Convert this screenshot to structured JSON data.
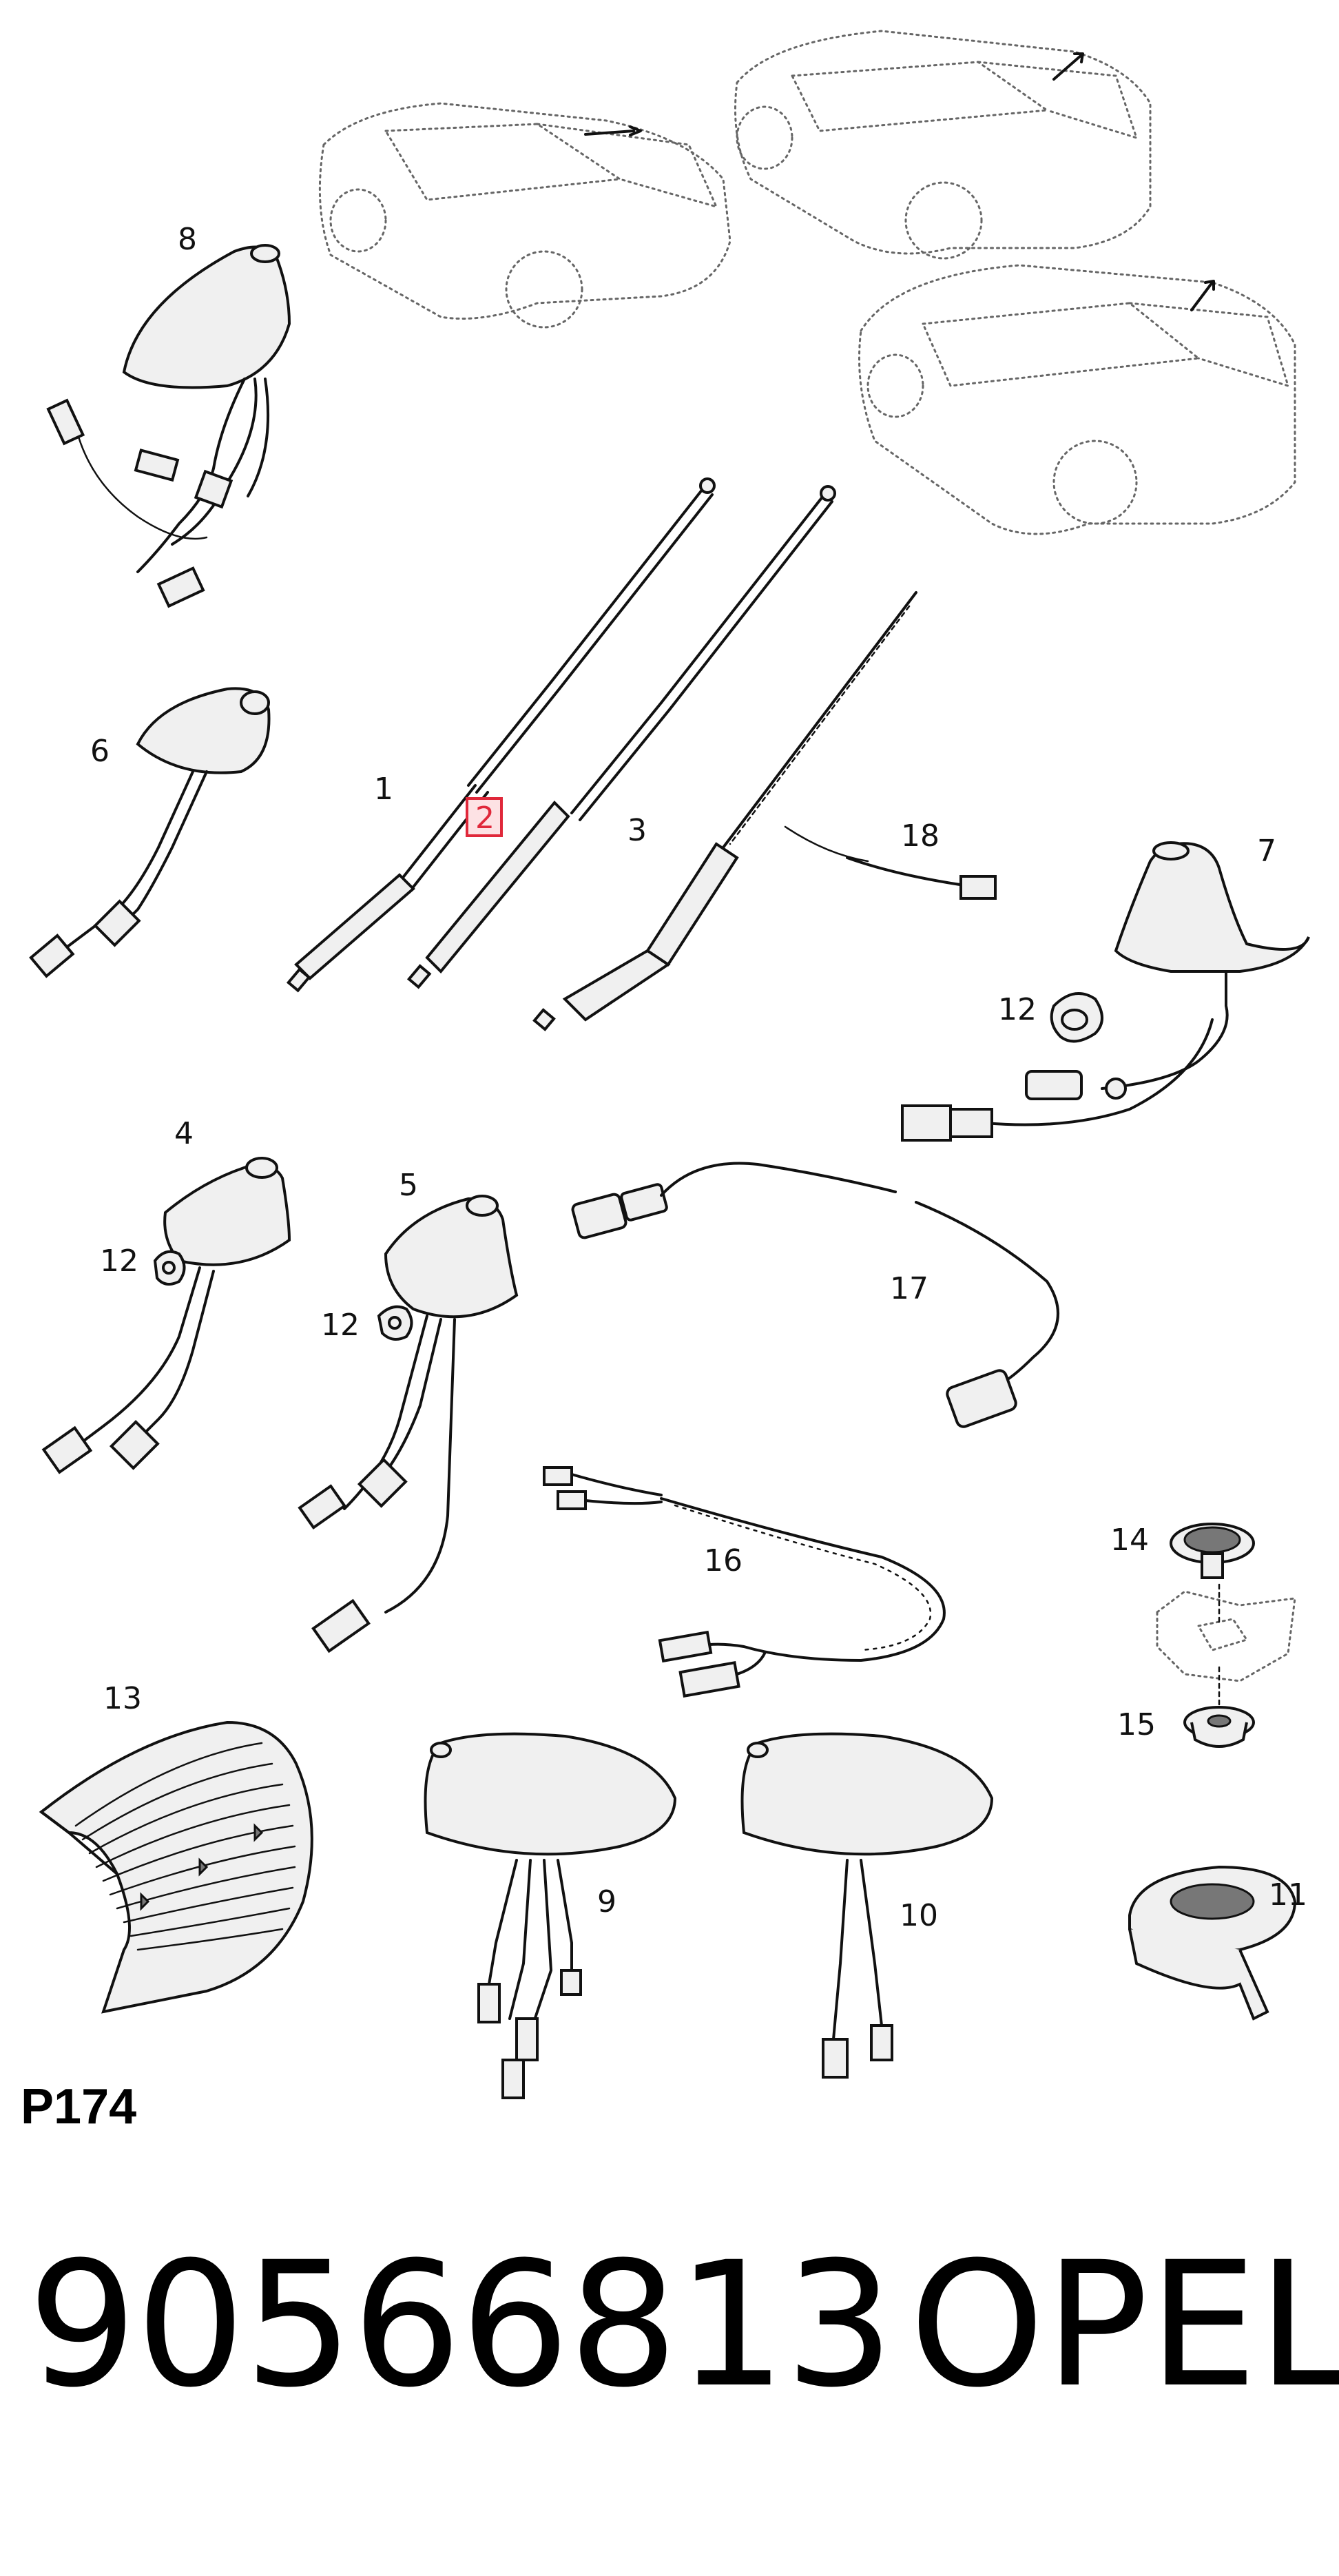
{
  "callouts": {
    "c1": "1",
    "c2": "2",
    "c3": "3",
    "c4": "4",
    "c5": "5",
    "c6": "6",
    "c7": "7",
    "c8": "8",
    "c9": "9",
    "c10": "10",
    "c11": "11",
    "c12a": "12",
    "c12b": "12",
    "c12c": "12",
    "c13": "13",
    "c14": "14",
    "c15": "15",
    "c16": "16",
    "c17": "17",
    "c18": "18"
  },
  "highlighted_callout": "2",
  "page_ref": "P174",
  "part_number": "90566813",
  "brand": "OPEL",
  "colors": {
    "highlight_stroke": "#e0283a",
    "highlight_fill": "#fde2e4"
  }
}
